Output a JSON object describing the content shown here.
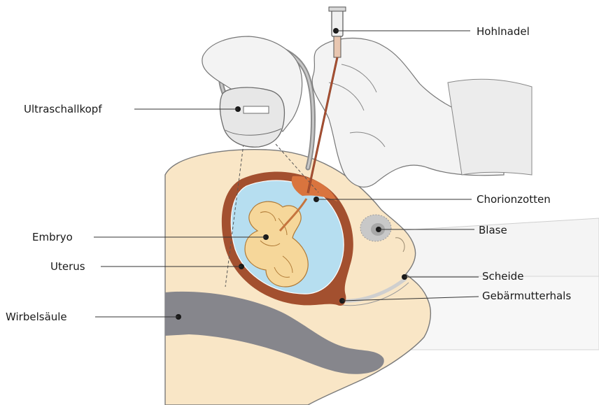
{
  "labels": {
    "hohlnadel": "Hohlnadel",
    "ultraschallkopf": "Ultraschallkopf",
    "chorionzotten": "Chorionzotten",
    "embryo": "Embryo",
    "blase": "Blase",
    "uterus": "Uterus",
    "scheide": "Scheide",
    "gebaermutterhals": "Gebärmutterhals",
    "wirbelsaeule": "Wirbelsäule"
  },
  "colors": {
    "skin": "#f9e6c6",
    "skin_outline": "#6b6b6b",
    "uterus_wall": "#a3502f",
    "amniotic_fluid": "#b6def0",
    "embryo": "#f6d79a",
    "embryo_outline": "#b07a36",
    "spine": "#86868c",
    "bladder": "#bcbcbc",
    "probe": "#e7e7e7",
    "glove": "#f3f3f3",
    "leader_line": "#333333"
  },
  "icons": [
    "syringe-needle",
    "ultrasound-probe",
    "gloved-hand"
  ]
}
